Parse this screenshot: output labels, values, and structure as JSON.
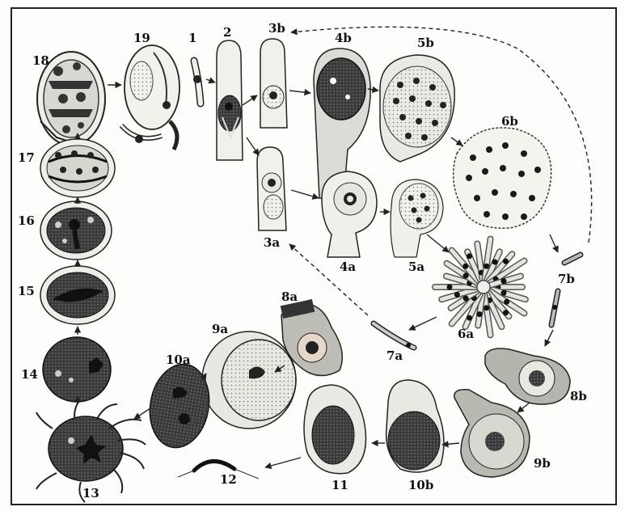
{
  "colors": {
    "ink": "#111111",
    "stipple": "#8a8a8a",
    "light_fill": "#eeeeea",
    "mid_fill": "#b9b9b3",
    "dark_fill": "#2a2a2a",
    "arrow": "#222222"
  },
  "labels": {
    "l18": "18",
    "l19": "19",
    "l1": "1",
    "l2": "2",
    "l3b": "3b",
    "l4b": "4b",
    "l5b": "5b",
    "l6b": "6b",
    "l17": "17",
    "l16": "16",
    "l15": "15",
    "l14": "14",
    "l13": "13",
    "l3a": "3a",
    "l4a": "4a",
    "l5a": "5a",
    "l6a": "6a",
    "l7a": "7a",
    "l7b": "7b",
    "l8a": "8a",
    "l8b": "8b",
    "l9a": "9a",
    "l9b": "9b",
    "l10a": "10a",
    "l10b": "10b",
    "l11": "11",
    "l12": "12"
  }
}
